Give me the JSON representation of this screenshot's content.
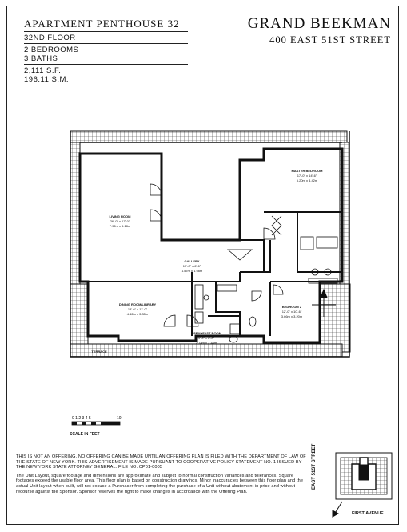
{
  "unit": {
    "title": "APARTMENT PENTHOUSE 32",
    "floor": "32ND FLOOR",
    "bedrooms": "2 BEDROOMS",
    "baths": "3 BATHS",
    "area_sf": "2,111 S.F.",
    "area_sm": "196.11 S.M."
  },
  "building": {
    "name": "GRAND BEEKMAN",
    "address": "400 EAST 51ST STREET"
  },
  "rooms": {
    "master_bedroom": "MASTER BEDROOM",
    "master_bedroom_size": "17'-0\" x 14'-6\"",
    "master_bedroom_metric": "5.20m x 4.42m",
    "living_room": "LIVING ROOM",
    "living_room_size": "26'-0\" x 17'-0\"",
    "living_room_metric": "7.92m x 5.18m",
    "gallery": "GALLERY",
    "gallery_size": "15'-0\" x 6'-6\"",
    "gallery_metric": "4.57m x 1.98m",
    "dining_room": "DINING ROOM/LIBRARY",
    "dining_room_size": "14'-6\" x 11'-0\"",
    "dining_room_metric": "4.42m x 3.35m",
    "breakfast_room": "BREAKFAST ROOM",
    "breakfast_room_size": "9'-0\" x 8'-0\"",
    "breakfast_room_metric": "2.74m x 2.44m",
    "bedroom_2": "BEDROOM 2",
    "bedroom_2_size": "12'-0\" x 10'-6\"",
    "bedroom_2_metric": "3.66m x 3.20m",
    "terrace": "TERRACE"
  },
  "scale": {
    "ticks": "0 1 2 3 4 5",
    "end_tick": "10",
    "label": "SCALE IN FEET"
  },
  "disclaimer": {
    "paragraph1": "THIS IS NOT AN OFFERING. NO OFFERING CAN BE MADE UNTIL AN OFFERING PLAN IS FILED WITH THE DEPARTMENT OF LAW OF THE STATE OF NEW YORK. THIS ADVERTISEMENT IS MADE PURSUANT TO COOPERATIVE POLICY STATEMENT NO. 1 ISSUED BY THE NEW YORK STATE ATTORNEY GENERAL. FILE NO. CP01-0005",
    "paragraph2": "The Unit Layout, square footage and dimensions are approximate and subject to normal construction variances and tolerances. Square footages exceed the usable floor area. This floor plan is based on construction drawings. Minor inaccuracies between this floor plan and the actual Unit layout when built, will not excuse a Purchaser from completing the purchase of a Unit without abatement in price and without recourse against the Sponsor. Sponsor reserves the right to make changes in accordance with the Offering Plan."
  },
  "keyplan": {
    "street": "EAST 51ST STREET",
    "avenue": "FIRST AVENUE"
  }
}
